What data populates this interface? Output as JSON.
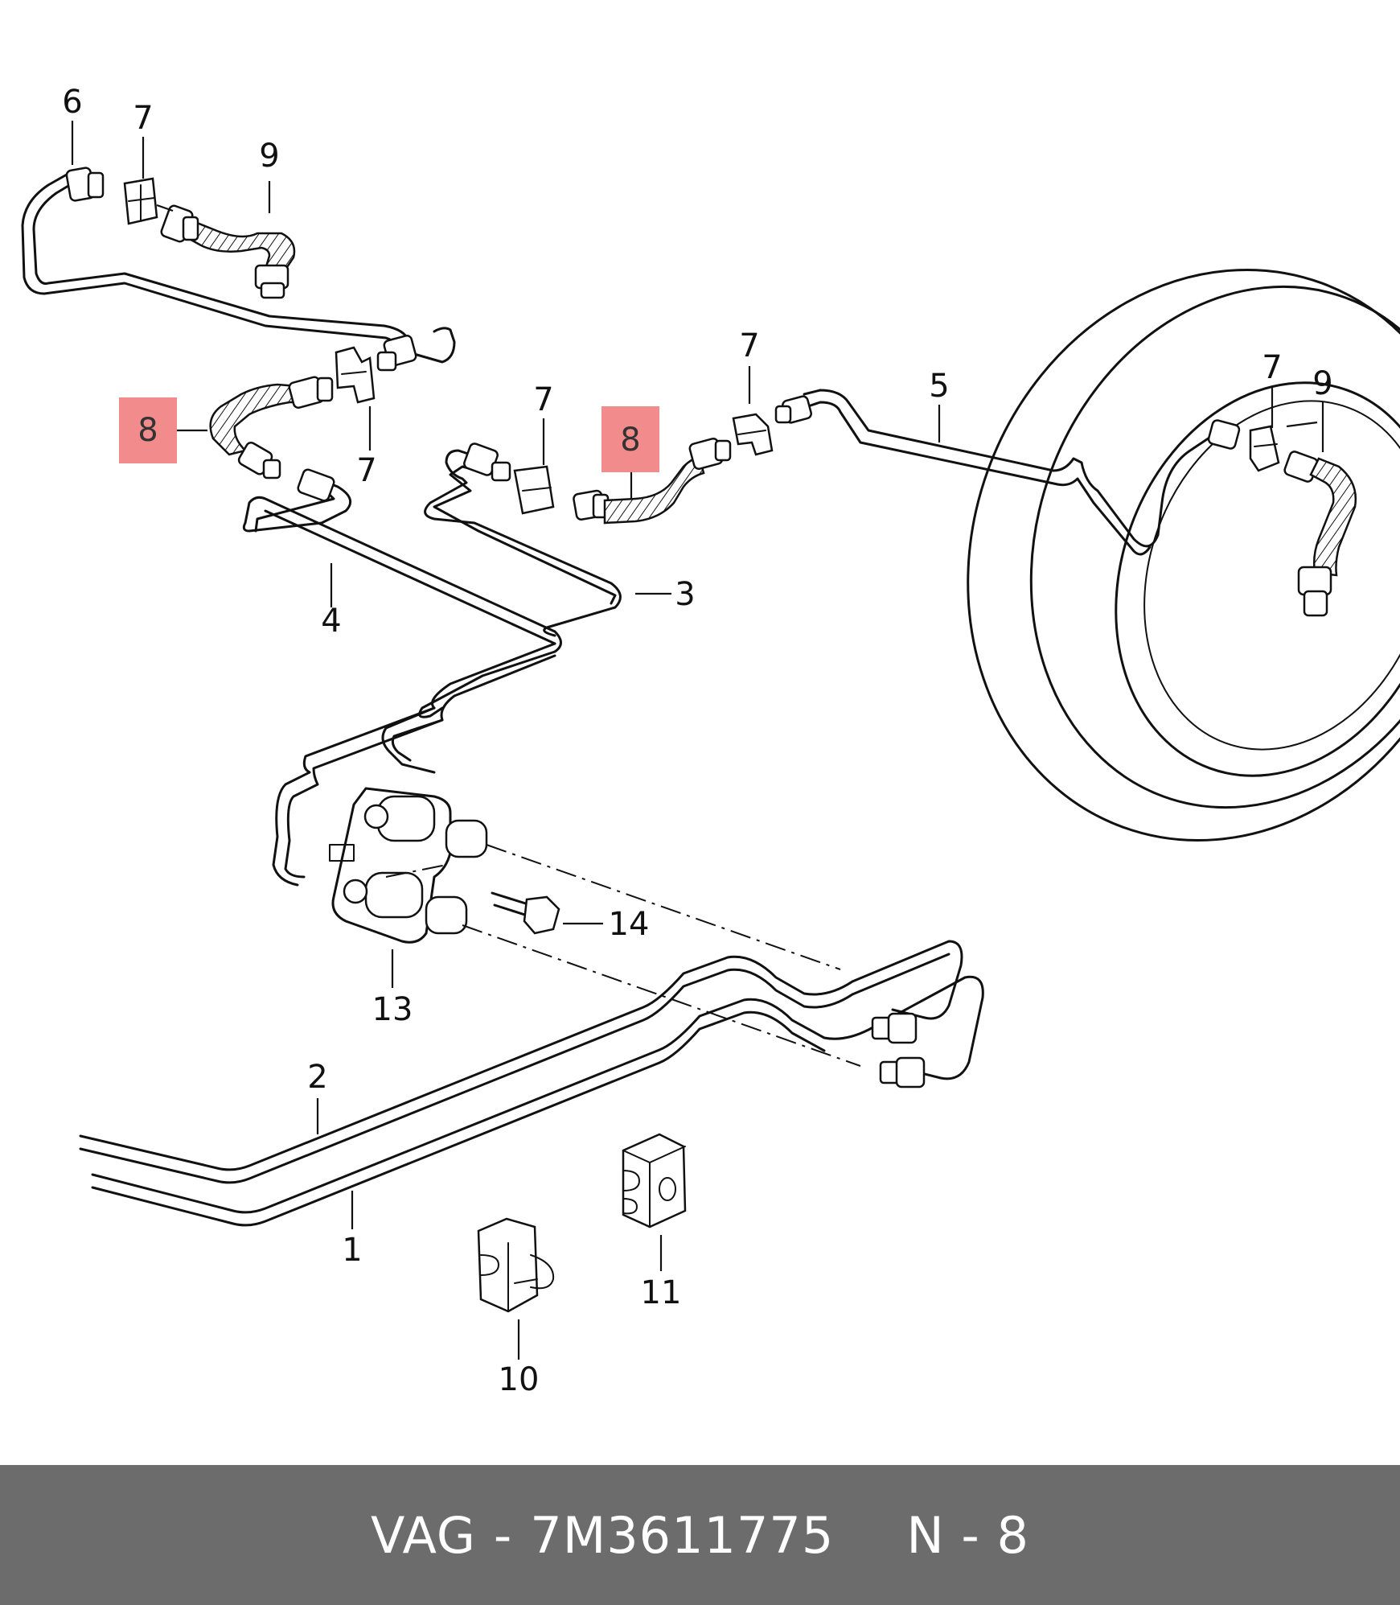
{
  "diagram": {
    "callouts": [
      {
        "id": "c6",
        "label": "6"
      },
      {
        "id": "c7a",
        "label": "7"
      },
      {
        "id": "c9a",
        "label": "9"
      },
      {
        "id": "c8a",
        "label": "8",
        "highlighted": true
      },
      {
        "id": "c7b",
        "label": "7"
      },
      {
        "id": "c4",
        "label": "4"
      },
      {
        "id": "c7c",
        "label": "7"
      },
      {
        "id": "c8b",
        "label": "8",
        "highlighted": true
      },
      {
        "id": "c7d",
        "label": "7"
      },
      {
        "id": "c3",
        "label": "3"
      },
      {
        "id": "c5",
        "label": "5"
      },
      {
        "id": "c7e",
        "label": "7"
      },
      {
        "id": "c9b",
        "label": "9"
      },
      {
        "id": "c14",
        "label": "14"
      },
      {
        "id": "c13",
        "label": "13"
      },
      {
        "id": "c2",
        "label": "2"
      },
      {
        "id": "c1",
        "label": "1"
      },
      {
        "id": "c11",
        "label": "11"
      },
      {
        "id": "c10",
        "label": "10"
      }
    ],
    "highlight_color": "#f28b8b"
  },
  "footer": {
    "brand": "VAG",
    "separator": "-",
    "part_number": "7M3611775",
    "position": "N - 8",
    "background_color": "#6c6c6c"
  }
}
